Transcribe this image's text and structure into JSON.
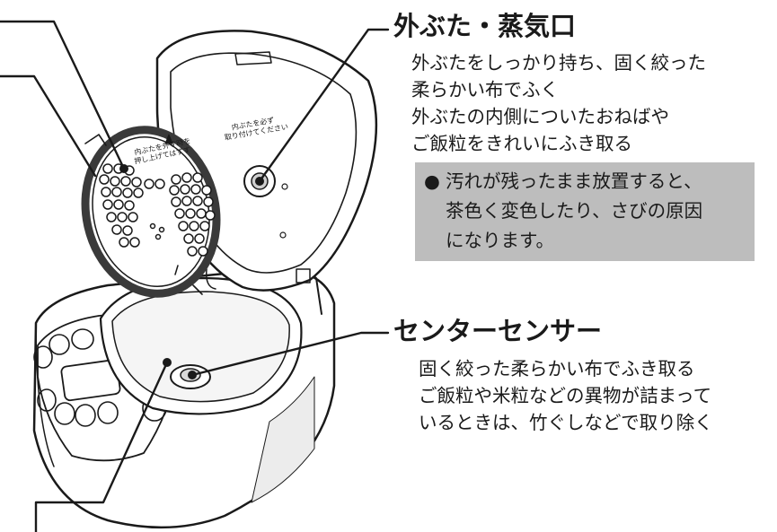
{
  "sections": {
    "outer_lid": {
      "title": "外ぶた・蒸気口",
      "lines": [
        "外ぶたをしっかり持ち、固く絞った",
        "柔らかい布でふく",
        "外ぶたの内側についたおねばや",
        "ご飯粒をきれいにふき取る"
      ],
      "note": {
        "bullet": "●",
        "lines": [
          "汚れが残ったまま放置すると、",
          "茶色く変色したり、さびの原因",
          "になります。"
        ]
      }
    },
    "center_sensor": {
      "title": "センターセンサー",
      "lines": [
        "固く絞った柔らかい布でふき取る",
        "ご飯粒や米粒などの異物が詰まって",
        "いるときは、竹ぐしなどで取り除く"
      ]
    }
  },
  "illustration": {
    "inner_lid_text": [
      "内ぶたを外す時を",
      "押し上げてはずす"
    ],
    "outer_lid_text": [
      "内ぶたを必ず",
      "取り付けてください"
    ]
  },
  "colors": {
    "text": "#1a1a1a",
    "note_bg": "#bdbdbd",
    "line": "#1a1a1a",
    "shade": "#e6e6e6"
  }
}
